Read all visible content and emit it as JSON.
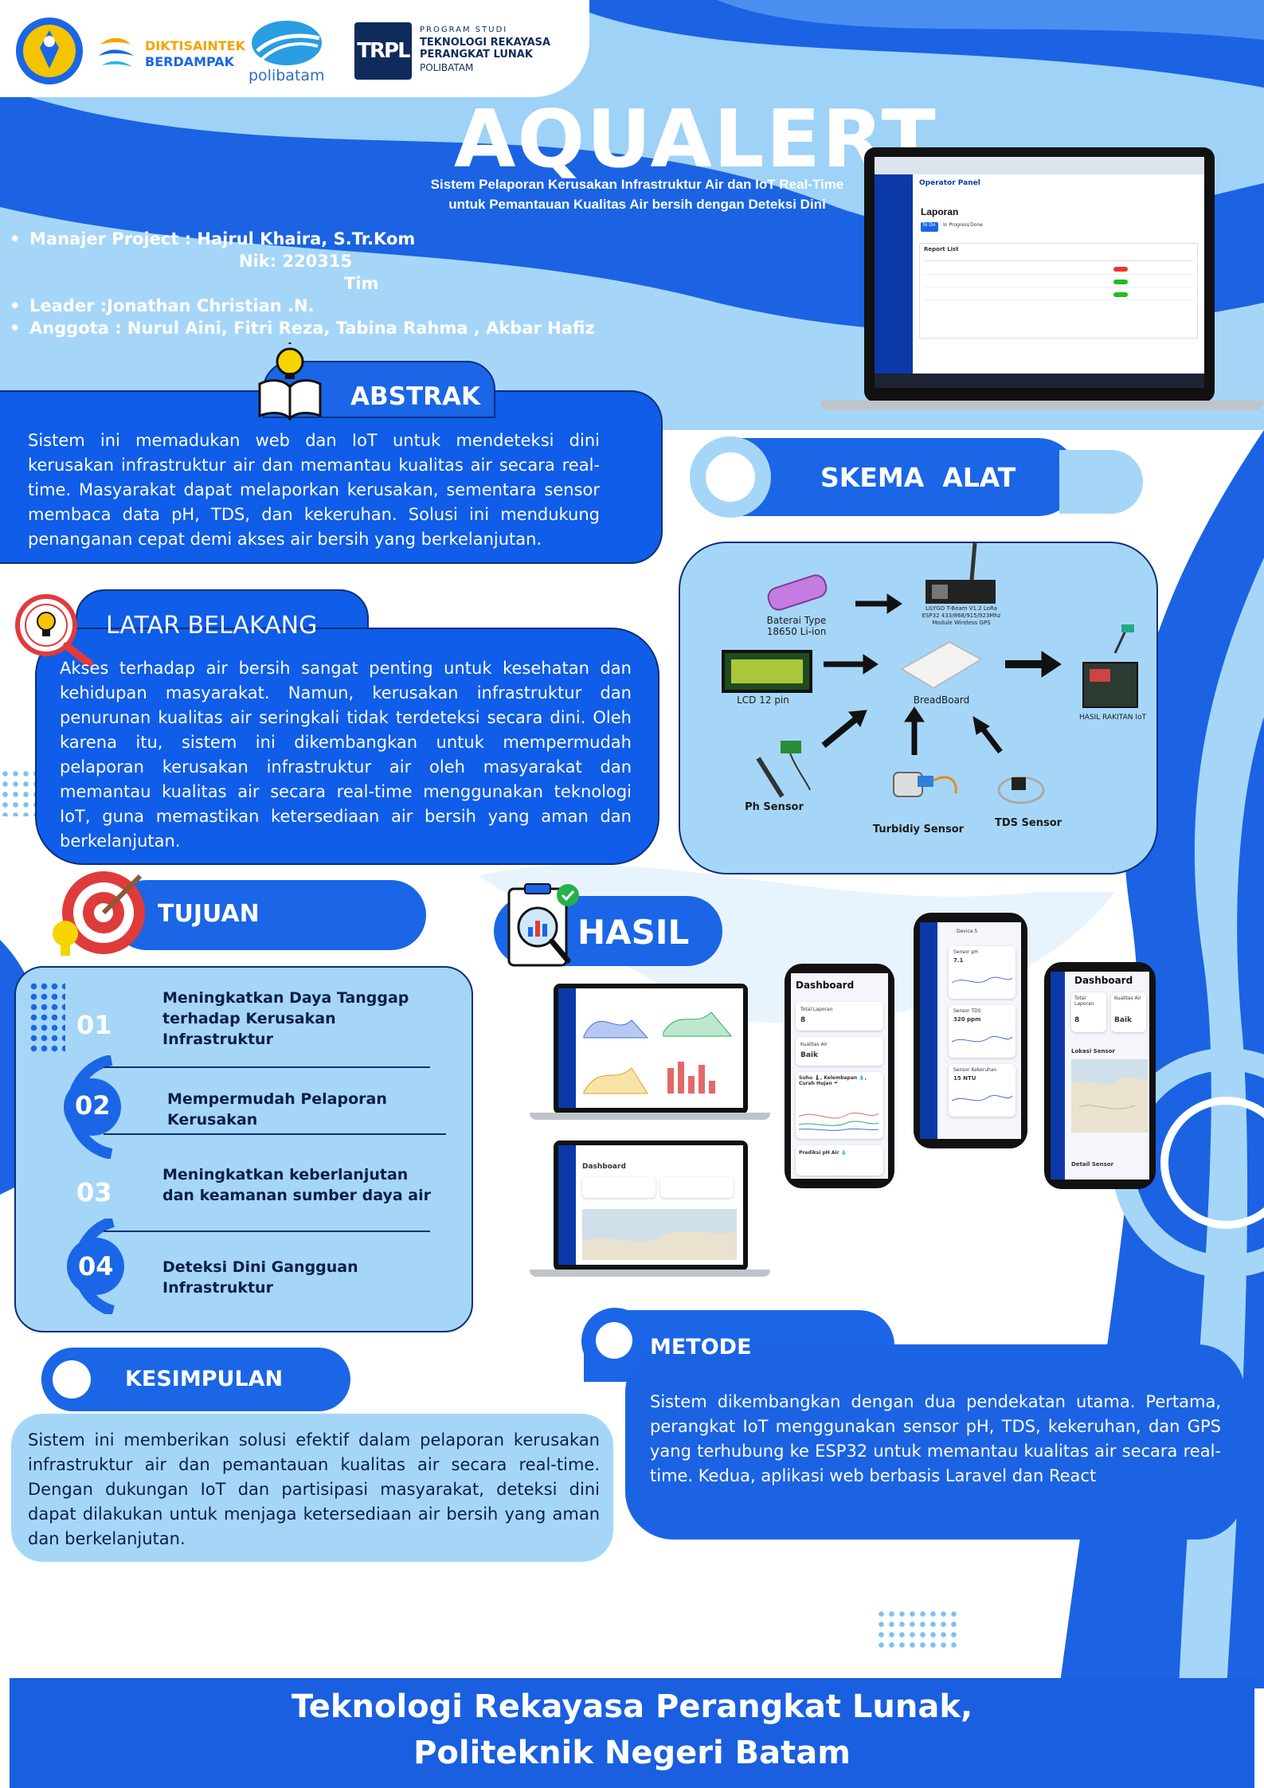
{
  "header": {
    "logo_diktisaintek_line1": "DIKTISAINTEK",
    "logo_diktisaintek_line2": "BERDAMPAK",
    "logo_polibatam": "polibatam",
    "logo_trpl_mark": "TRPL",
    "logo_trpl_line1": "PROGRAM STUDI",
    "logo_trpl_line2": "TEKNOLOGI REKAYASA",
    "logo_trpl_line3": "PERANGKAT LUNAK",
    "logo_trpl_line4": "POLIBATAM"
  },
  "title": {
    "main": "AQUALERT",
    "subtitle_line1": "Sistem Pelaporan Kerusakan Infrastruktur Air dan IoT Real-Time",
    "subtitle_line2": "untuk Pemantauan Kualitas Air bersih dengan Deteksi Dini"
  },
  "team": {
    "manager": "Manajer Project :  Hajrul Khaira, S.Tr.Kom",
    "nik": "Nik: 220315",
    "tim": "Tim",
    "leader": "Leader :Jonathan Christian .N.",
    "members": "Anggota : Nurul Aini, Fitri Reza, Tabina Rahma , Akbar Hafiz"
  },
  "laptop_top": {
    "panel_title": "Operator Panel",
    "page_title": "Laporan",
    "tabs": [
      "To Do",
      "In Progress",
      "Done"
    ],
    "section": "Report List"
  },
  "abstrak": {
    "heading": "ABSTRAK",
    "body": "Sistem ini memadukan web dan IoT untuk mendeteksi dini kerusakan infrastruktur air dan memantau kualitas air secara real-time. Masyarakat dapat melaporkan kerusakan, sementara sensor membaca data pH, TDS, dan kekeruhan. Solusi ini mendukung penanganan cepat demi akses air bersih yang berkelanjutan."
  },
  "skema": {
    "heading": "SKEMA  ALAT",
    "battery": "Baterai Type\n18650 Li-ion",
    "lilygo": "LILYGO T-Beam V1.2 LoRa\nESP32 433/868/915/923Mhz\nModule Wireless GPS",
    "lcd": "LCD 12 pin",
    "breadboard": "BreadBoard",
    "hasil": "HASIL RAKITAN IoT",
    "ph": "Ph Sensor",
    "turbidity": "Turbidiy Sensor",
    "tds": "TDS Sensor"
  },
  "latar": {
    "heading": "LATAR BELAKANG",
    "body": "Akses terhadap air bersih sangat penting untuk kesehatan dan kehidupan masyarakat. Namun, kerusakan infrastruktur dan penurunan kualitas air seringkali tidak terdeteksi secara dini. Oleh karena itu, sistem ini dikembangkan untuk mempermudah pelaporan kerusakan infrastruktur air oleh masyarakat dan memantau kualitas air secara real-time menggunakan teknologi IoT, guna memastikan ketersediaan air bersih yang aman dan berkelanjutan."
  },
  "tujuan": {
    "heading": "TUJUAN",
    "items": [
      {
        "num": "01",
        "text": "Meningkatkan Daya Tanggap terhadap Kerusakan Infrastruktur"
      },
      {
        "num": "02",
        "text": "Mempermudah Pelaporan Kerusakan"
      },
      {
        "num": "03",
        "text": "Meningkatkan keberlanjutan dan keamanan sumber daya air"
      },
      {
        "num": "04",
        "text": "Deteksi Dini Gangguan Infrastruktur"
      }
    ]
  },
  "hasil": {
    "heading": "HASIL",
    "dashboard": "Dashboard",
    "total_laporan": "Total Laporan",
    "total_value": "8",
    "kualitas": "Kualitas Air",
    "kualitas_value": "Baik",
    "chart_title": "Suhu 🌡, Kelembapan 💧, Curah Hujan ☔",
    "prediksi": "Prediksi pH Air 💧",
    "sensor_ph": "Sensor pH",
    "sensor_ph_value": "7.1",
    "sensor_tds": "Sensor TDS",
    "sensor_tds_value": "320 ppm",
    "sensor_keruh": "Sensor Kekeruhan",
    "sensor_keruh_value": "15 NTU",
    "lokasi": "Lokasi Sensor",
    "detail": "Detail Sensor",
    "device": "Device 5"
  },
  "metode": {
    "heading": "METODE",
    "body": "Sistem dikembangkan dengan dua pendekatan utama. Pertama, perangkat IoT menggunakan sensor pH, TDS, kekeruhan, dan GPS yang terhubung ke ESP32 untuk memantau kualitas air secara real-time. Kedua, aplikasi web berbasis Laravel dan React"
  },
  "kesimpulan": {
    "heading": "KESIMPULAN",
    "body": "Sistem ini memberikan solusi efektif dalam pelaporan kerusakan infrastruktur air dan pemantauan kualitas air secara real-time. Dengan dukungan IoT dan partisipasi masyarakat, deteksi dini dapat dilakukan untuk menjaga ketersediaan air bersih yang aman dan berkelanjutan."
  },
  "footer": {
    "line1": "Teknologi Rekayasa Perangkat Lunak,",
    "line2": "Politeknik Negeri Batam"
  },
  "colors": {
    "primary": "#0f5de8",
    "light": "#a6d6f7",
    "dark_outline": "#0b2f7a",
    "footer": "#1a5fe0"
  }
}
